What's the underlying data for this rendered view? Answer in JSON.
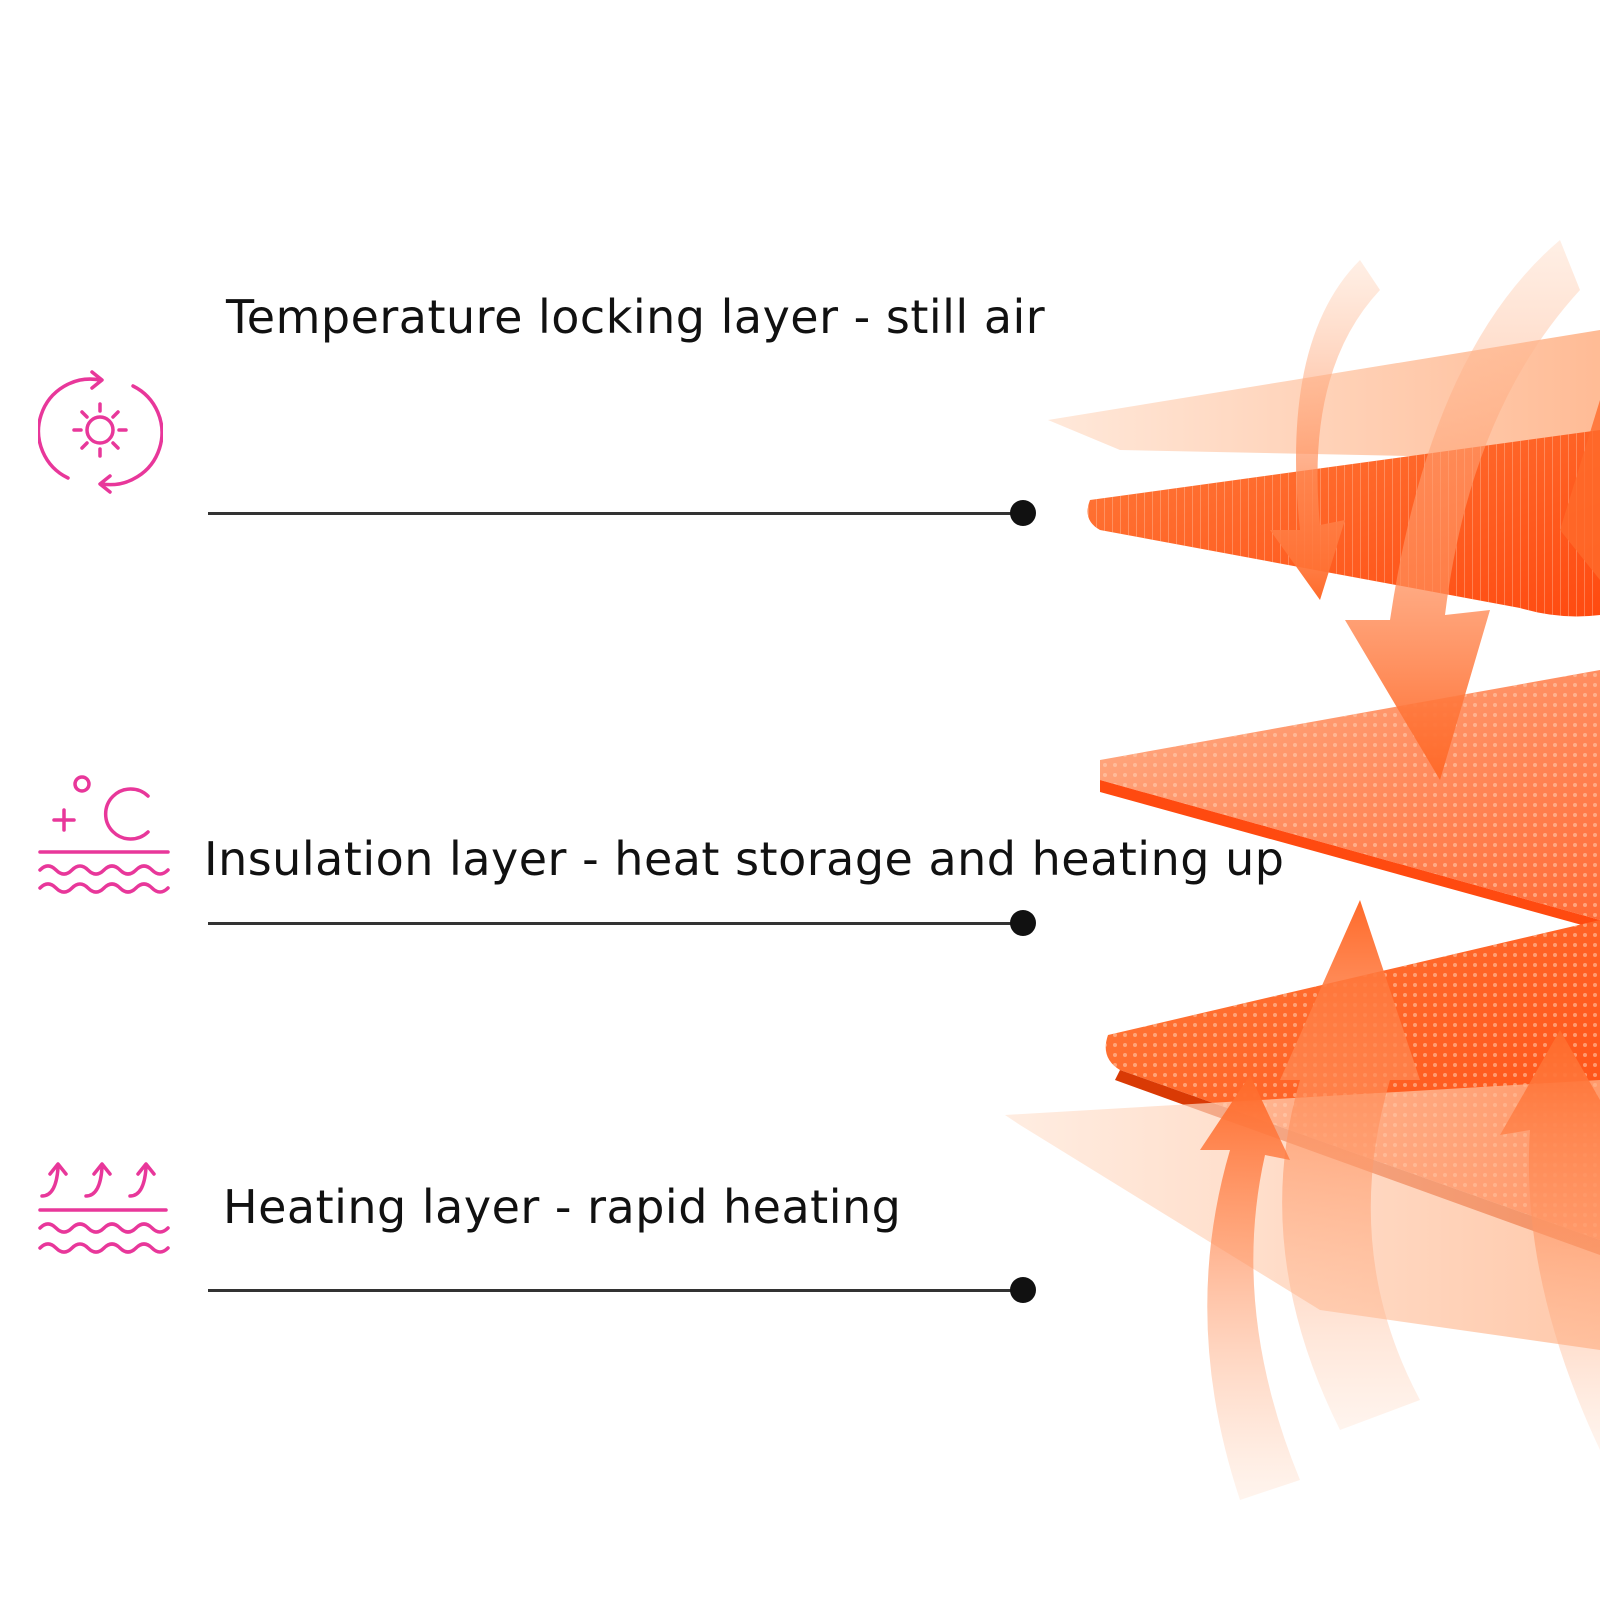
{
  "layers": [
    {
      "label": "Temperature locking layer - still air",
      "icon": "sun-cycle-icon"
    },
    {
      "label": "Insulation layer - heat storage and heating up",
      "icon": "temperature-celsius-waves-icon"
    },
    {
      "label": "Heating layer - rapid heating",
      "icon": "heat-rising-waves-icon"
    }
  ],
  "colors": {
    "icon_pink": "#e8379a",
    "layer_orange": "#ff5a1f",
    "layer_light": "#ffd2b8",
    "arrow_orange": "#ff6a2a",
    "leader_line": "#333333"
  }
}
